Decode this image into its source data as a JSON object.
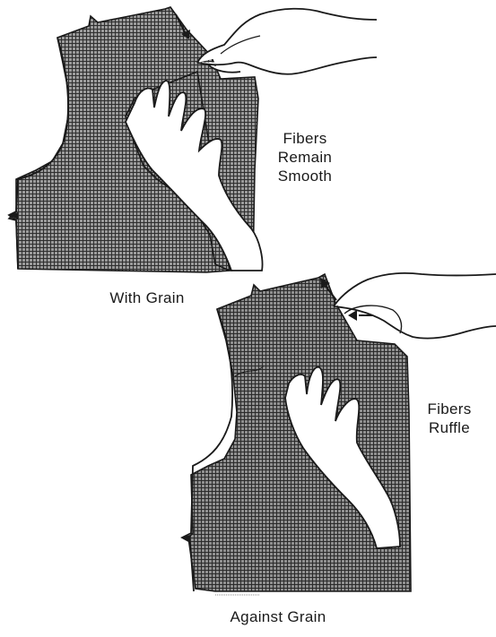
{
  "figure_top": {
    "note_lines": [
      "Fibers",
      "Remain",
      "Smooth"
    ],
    "caption": "With Grain"
  },
  "figure_bottom": {
    "note_lines": [
      "Fibers",
      "Ruffle"
    ],
    "caption": "Against Grain"
  },
  "colors": {
    "ink": "#1a1a1a",
    "fabric_fill": "#7d7d7d",
    "grid": "#2e2e2e",
    "paper": "#ffffff"
  },
  "icons": [
    "hand-icon",
    "arrow-icon"
  ]
}
